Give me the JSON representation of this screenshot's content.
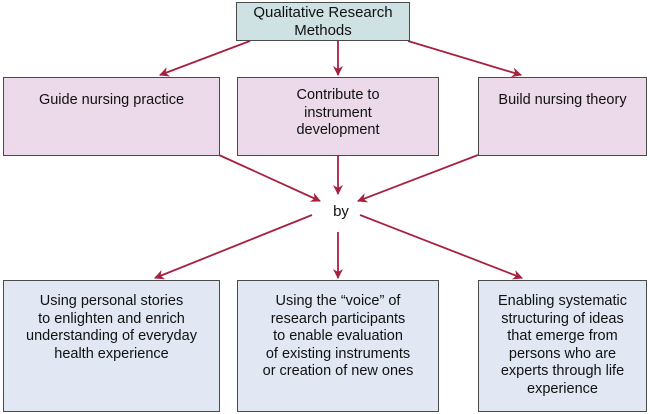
{
  "diagram": {
    "root": {
      "label": "Qualitative Research Methods"
    },
    "purposes": [
      {
        "lines": [
          "Guide nursing practice"
        ]
      },
      {
        "lines": [
          "Contribute to",
          "instrument",
          "development"
        ]
      },
      {
        "lines": [
          "Build nursing theory"
        ]
      }
    ],
    "connector": {
      "label": "by"
    },
    "means": [
      {
        "lines": [
          "Using personal stories",
          "to enlighten and enrich",
          "understanding of everyday",
          "health experience"
        ]
      },
      {
        "lines": [
          "Using the “voice” of",
          "research participants",
          "to enable evaluation",
          "of existing instruments",
          "or creation of new ones"
        ]
      },
      {
        "lines": [
          "Enabling systematic",
          "structuring of ideas",
          "that emerge from",
          "persons who are",
          "experts through life",
          "experience"
        ]
      }
    ],
    "colors": {
      "arrow": "#a8203f",
      "root_fill": "#cfe2e3",
      "purpose_fill": "#ecdaea",
      "means_fill": "#e1e8f4",
      "border": "#4a4a4a"
    }
  }
}
